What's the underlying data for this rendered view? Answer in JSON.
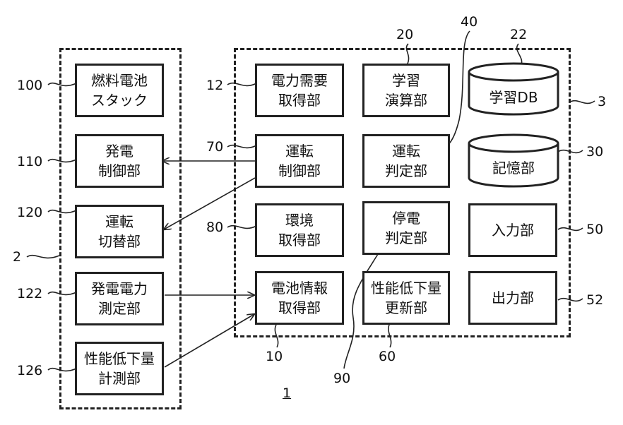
{
  "diagram": {
    "figure_label": "1",
    "blocks": {
      "b100": {
        "line1": "燃料電池",
        "line2": "スタック"
      },
      "b110": {
        "line1": "発電",
        "line2": "制御部"
      },
      "b120": {
        "line1": "運転",
        "line2": "切替部"
      },
      "b122": {
        "line1": "発電電力",
        "line2": "測定部"
      },
      "b126": {
        "line1": "性能低下量",
        "line2": "計測部"
      },
      "b12": {
        "line1": "電力需要",
        "line2": "取得部"
      },
      "b70": {
        "line1": "運転",
        "line2": "制御部"
      },
      "b80": {
        "line1": "環境",
        "line2": "取得部"
      },
      "b10": {
        "line1": "電池情報",
        "line2": "取得部"
      },
      "b20": {
        "line1": "学習",
        "line2": "演算部"
      },
      "b40": {
        "line1": "運転",
        "line2": "判定部"
      },
      "b90": {
        "line1": "停電",
        "line2": "判定部"
      },
      "b60": {
        "line1": "性能低下量",
        "line2": "更新部"
      },
      "b22": {
        "line1": "学習DB"
      },
      "b30": {
        "line1": "記憶部"
      },
      "b50": {
        "line1": "入力部"
      },
      "b52": {
        "line1": "出力部"
      }
    },
    "refs": {
      "r100": "100",
      "r110": "110",
      "r120": "120",
      "r2": "2",
      "r122": "122",
      "r126": "126",
      "r12": "12",
      "r70": "70",
      "r80": "80",
      "r20": "20",
      "r40": "40",
      "r22": "22",
      "r3": "3",
      "r30": "30",
      "r50": "50",
      "r52": "52",
      "r10": "10",
      "r60": "60",
      "r90": "90"
    }
  }
}
